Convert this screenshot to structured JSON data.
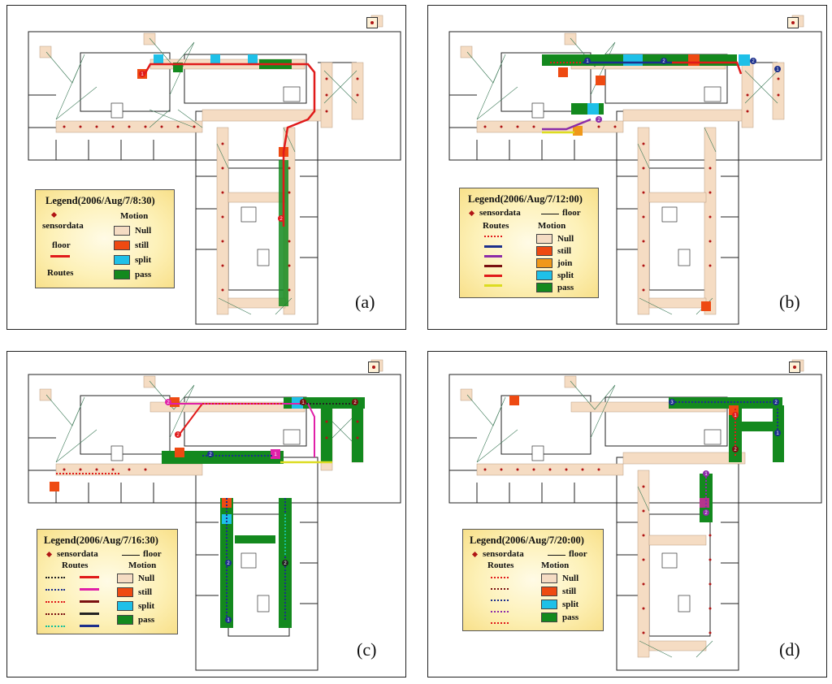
{
  "colors": {
    "null": "#f5dcc3",
    "still": "#ee4a12",
    "split": "#1ec0e8",
    "join": "#f0981a",
    "pass": "#13891e",
    "sensor": "#b01515",
    "route_red": "#e01a1a",
    "route_navy": "#1c2f8c",
    "route_purple": "#8c2ca8",
    "route_darkred": "#7a1010",
    "route_yellow": "#dcdc20",
    "route_magenta": "#e020a8",
    "route_black": "#222222",
    "route_teal": "#15c09a"
  },
  "panels": [
    {
      "letter": "(a)",
      "legend_title": "Legend(2006/Aug/7/8:30)",
      "legend": {
        "sensordata": "sensordata",
        "floor": "floor",
        "routes": "Routes",
        "motion": "Motion",
        "motions": [
          "Null",
          "still",
          "split",
          "pass"
        ]
      }
    },
    {
      "letter": "(b)",
      "legend_title": "Legend(2006/Aug/7/12:00)",
      "legend": {
        "sensordata": "sensordata",
        "floor": "floor",
        "routes": "Routes",
        "motion": "Motion",
        "motions": [
          "Null",
          "still",
          "join",
          "split",
          "pass"
        ]
      }
    },
    {
      "letter": "(c)",
      "legend_title": "Legend(2006/Aug/7/16:30)",
      "legend": {
        "sensordata": "sensordata",
        "floor": "floor",
        "routes": "Routes",
        "motion": "Motion",
        "motions": [
          "Null",
          "still",
          "split",
          "pass"
        ]
      }
    },
    {
      "letter": "(d)",
      "legend_title": "Legend(2006/Aug/7/20:00)",
      "legend": {
        "sensordata": "sensordata",
        "floor": "floor",
        "routes": "Routes",
        "motion": "Motion",
        "motions": [
          "Null",
          "still",
          "split",
          "pass"
        ]
      }
    }
  ]
}
